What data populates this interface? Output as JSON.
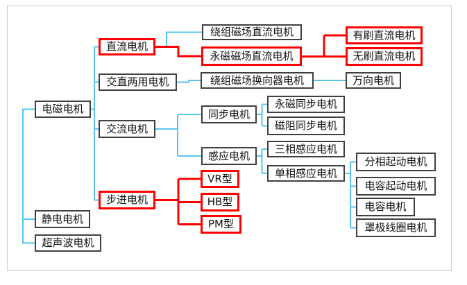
{
  "diagram": {
    "description_type": "tree-diagram",
    "nodes": {
      "electromagnetic": {
        "label": "电磁电机",
        "highlighted": false
      },
      "electrostatic": {
        "label": "静电电机",
        "highlighted": false
      },
      "ultrasonic": {
        "label": "超声波电机",
        "highlighted": false
      },
      "dc": {
        "label": "直流电机",
        "highlighted": true
      },
      "ac_dc": {
        "label": "交直两用电机",
        "highlighted": false
      },
      "ac": {
        "label": "交流电机",
        "highlighted": false
      },
      "stepper": {
        "label": "步进电机",
        "highlighted": true
      },
      "wound_field_dc": {
        "label": "绕组磁场直流电机",
        "highlighted": false
      },
      "pm_dc": {
        "label": "永磁磁场直流电机",
        "highlighted": true
      },
      "wound_field_commutator": {
        "label": "绕组磁场换向器电机",
        "highlighted": false
      },
      "synchronous": {
        "label": "同步电机",
        "highlighted": false
      },
      "induction": {
        "label": "感应电机",
        "highlighted": false
      },
      "vr_type": {
        "label": "VR型",
        "highlighted": true
      },
      "hb_type": {
        "label": "HB型",
        "highlighted": true
      },
      "pm_type": {
        "label": "PM型",
        "highlighted": true
      },
      "brushed_dc": {
        "label": "有刷直流电机",
        "highlighted": true
      },
      "brushless_dc": {
        "label": "无刷直流电机",
        "highlighted": true
      },
      "universal": {
        "label": "万向电机",
        "highlighted": false
      },
      "pm_synchronous": {
        "label": "永磁同步电机",
        "highlighted": false
      },
      "reluctance_synchronous": {
        "label": "磁阻同步电机",
        "highlighted": false
      },
      "three_phase_induction": {
        "label": "三相感应电机",
        "highlighted": false
      },
      "single_phase_induction": {
        "label": "单相感应电机",
        "highlighted": false
      },
      "split_phase_start": {
        "label": "分相起动电机",
        "highlighted": false
      },
      "capacitor_start": {
        "label": "电容起动电机",
        "highlighted": false
      },
      "capacitor": {
        "label": "电容电机",
        "highlighted": false
      },
      "shaded_pole": {
        "label": "罩极线圈电机",
        "highlighted": false
      }
    },
    "edges": [
      {
        "from": "root-bracket",
        "to": "electromagnetic",
        "color": "blue"
      },
      {
        "from": "root-bracket",
        "to": "electrostatic",
        "color": "blue"
      },
      {
        "from": "root-bracket",
        "to": "ultrasonic",
        "color": "blue"
      },
      {
        "from": "electromagnetic",
        "to": "dc",
        "color": "blue"
      },
      {
        "from": "electromagnetic",
        "to": "ac_dc",
        "color": "blue"
      },
      {
        "from": "electromagnetic",
        "to": "ac",
        "color": "blue"
      },
      {
        "from": "electromagnetic",
        "to": "stepper",
        "color": "blue"
      },
      {
        "from": "dc",
        "to": "wound_field_dc",
        "color": "blue"
      },
      {
        "from": "dc",
        "to": "pm_dc",
        "color": "red"
      },
      {
        "from": "pm_dc",
        "to": "brushed_dc",
        "color": "red"
      },
      {
        "from": "pm_dc",
        "to": "brushless_dc",
        "color": "red"
      },
      {
        "from": "ac_dc",
        "to": "wound_field_commutator",
        "color": "blue"
      },
      {
        "from": "wound_field_commutator",
        "to": "universal",
        "color": "blue"
      },
      {
        "from": "ac",
        "to": "synchronous",
        "color": "blue"
      },
      {
        "from": "ac",
        "to": "induction",
        "color": "blue"
      },
      {
        "from": "synchronous",
        "to": "pm_synchronous",
        "color": "blue"
      },
      {
        "from": "synchronous",
        "to": "reluctance_synchronous",
        "color": "blue"
      },
      {
        "from": "induction",
        "to": "three_phase_induction",
        "color": "blue"
      },
      {
        "from": "induction",
        "to": "single_phase_induction",
        "color": "blue"
      },
      {
        "from": "single_phase_induction",
        "to": "split_phase_start",
        "color": "blue"
      },
      {
        "from": "single_phase_induction",
        "to": "capacitor_start",
        "color": "blue"
      },
      {
        "from": "single_phase_induction",
        "to": "capacitor",
        "color": "blue"
      },
      {
        "from": "single_phase_induction",
        "to": "shaded_pole",
        "color": "blue"
      },
      {
        "from": "stepper",
        "to": "vr_type",
        "color": "red"
      },
      {
        "from": "stepper",
        "to": "hb_type",
        "color": "red"
      },
      {
        "from": "stepper",
        "to": "pm_type",
        "color": "red"
      }
    ],
    "colors": {
      "connector_blue": "#56c5f0",
      "highlight_red": "#ff0000",
      "box_border": "#3f3f3f",
      "frame_border": "#c9c9c9",
      "text": "#111111",
      "background": "#ffffff"
    }
  }
}
